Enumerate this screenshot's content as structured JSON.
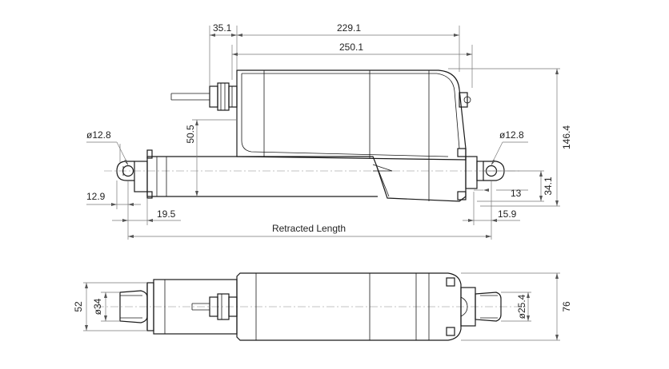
{
  "dimensions": {
    "d_35_1": "35.1",
    "d_229_1": "229.1",
    "d_250_1": "250.1",
    "d_146_4": "146.4",
    "d_50_5": "50.5",
    "d_phi_12_8_left": "ø12.8",
    "d_phi_12_8_right": "ø12.8",
    "d_12_9": "12.9",
    "d_19_5": "19.5",
    "d_13": "13",
    "d_34_1": "34.1",
    "d_15_9": "15.9",
    "d_52": "52",
    "d_phi_34": "ø34",
    "d_phi_25_4": "ø25.4",
    "d_76": "76"
  },
  "labels": {
    "retracted_length": "Retracted Length"
  },
  "colors": {
    "outline": "#1a1a1a",
    "dimension_line": "#777777",
    "text": "#222222"
  }
}
